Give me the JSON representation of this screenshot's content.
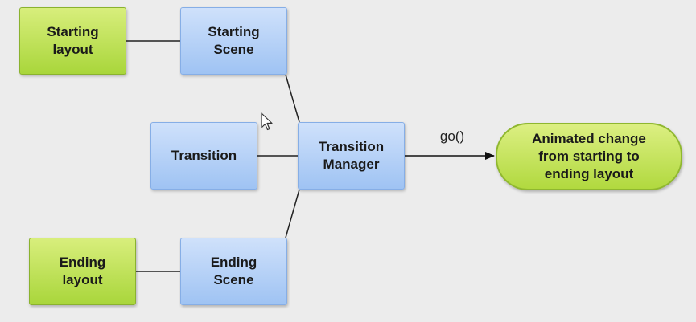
{
  "nodes": {
    "starting_layout": "Starting\nlayout",
    "starting_scene": "Starting\nScene",
    "transition": "Transition",
    "transition_manager": "Transition\nManager",
    "ending_layout": "Ending\nlayout",
    "ending_scene": "Ending\nScene",
    "animated_change": "Animated change\nfrom starting to\nending layout"
  },
  "edges": {
    "go_label": "go()"
  },
  "colors": {
    "layout_green": "#b6dc4a",
    "scene_blue": "#a9c9f5",
    "line": "#222222",
    "background": "#ececec"
  },
  "icons": {
    "cursor": "mouse-pointer-icon"
  }
}
